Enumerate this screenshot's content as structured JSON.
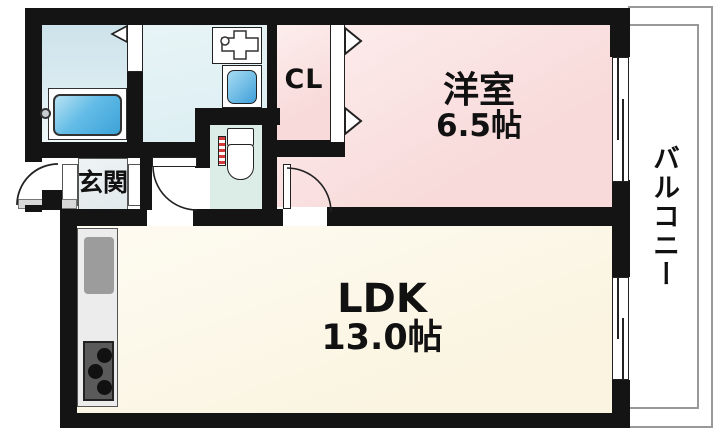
{
  "floorplan": {
    "rooms": {
      "western_room": {
        "name": "洋室",
        "size": "6.5帖"
      },
      "ldk": {
        "name": "LDK",
        "size": "13.0帖"
      },
      "closet": {
        "label": "CL"
      },
      "entrance": {
        "label": "玄関"
      },
      "balcony": {
        "label": "バルコニー"
      }
    },
    "fixtures": [
      "bathtub-icon",
      "washbasin-icon",
      "washing-machine-icon",
      "toilet-icon",
      "kitchen-sink-icon",
      "gas-stove-icon",
      "door-swing-arc",
      "folding-door-icon",
      "sliding-window-icon"
    ],
    "colors": {
      "wall": "#141414",
      "room_pink": "#f8dada",
      "room_cream": "#faf4e0",
      "bathroom_blue": "#d8eaf0",
      "washroom_blue": "#dceef2",
      "toilet_green": "#dcece7",
      "bathtub_blue": "#3da3d8",
      "washer_blue": "#3f9fd8",
      "balcony_line": "#999999",
      "counter_gray": "#ececec"
    }
  }
}
